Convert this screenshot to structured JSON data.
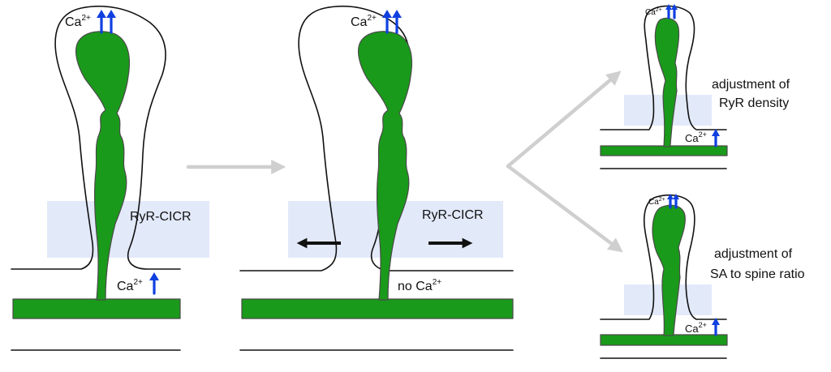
{
  "panels": {
    "p1": {
      "ca_top": "Ca",
      "ca_top_sup": "2+",
      "ryr_label": "RyR-CICR",
      "ca_bottom": "Ca",
      "ca_bottom_sup": "2+"
    },
    "p2": {
      "ca_top": "Ca",
      "ca_top_sup": "2+",
      "ryr_label": "RyR-CICR",
      "no_ca": "no Ca",
      "no_ca_sup": "2+"
    },
    "p3": {
      "ca_top": "Ca",
      "ca_top_sup": "2+",
      "ca_bottom": "Ca",
      "ca_bottom_sup": "2+",
      "label_line1": "adjustment of",
      "label_line2": "RyR density"
    },
    "p4": {
      "ca_top": "Ca",
      "ca_top_sup": "2+",
      "ca_bottom": "Ca",
      "ca_bottom_sup": "2+",
      "label_line1": "adjustment of",
      "label_line2": "SA to spine ratio"
    }
  },
  "colors": {
    "er_green": "#1a9a1a",
    "band": "#dbe3f7",
    "calcium_arrow": "#1040e0",
    "flow_arrow": "#cfcfcf"
  }
}
